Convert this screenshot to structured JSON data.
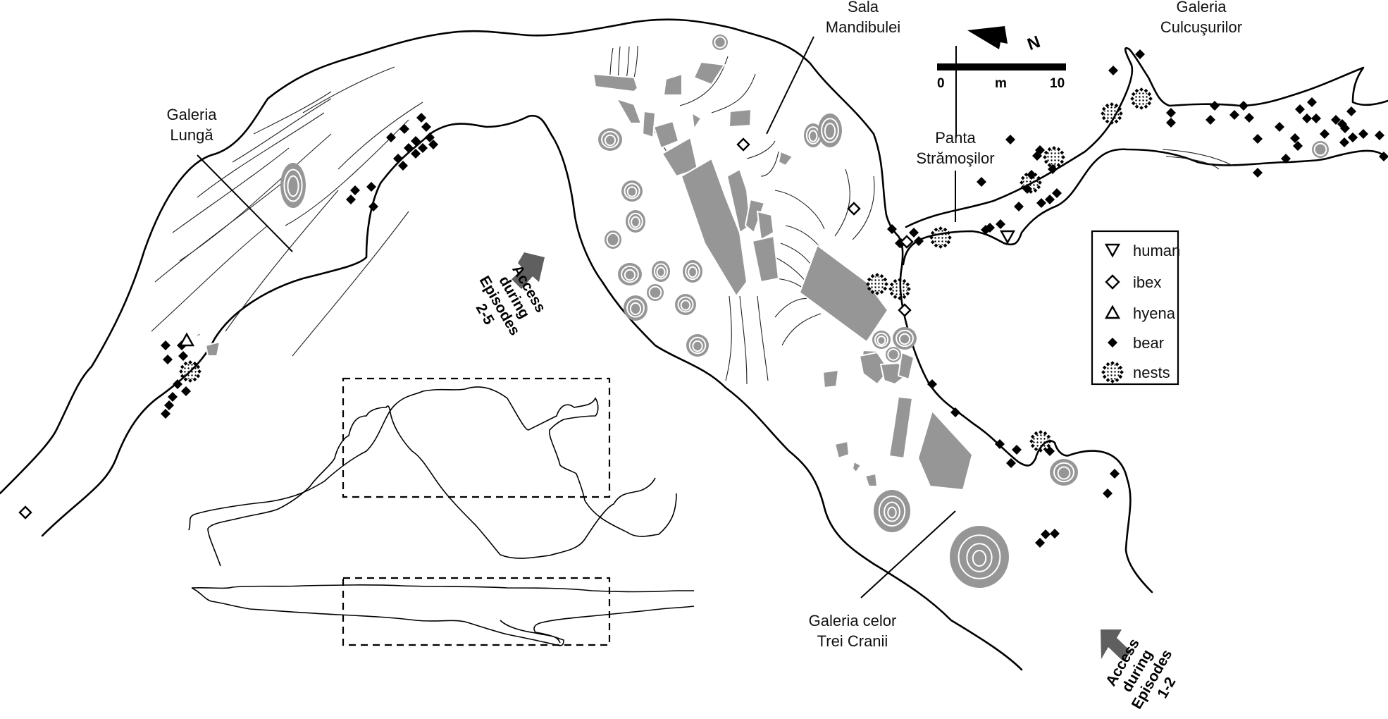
{
  "labels": {
    "galeria_lunga": [
      "Galeria",
      "Lungă"
    ],
    "sala_mandibulei": [
      "Sala",
      "Mandibulei"
    ],
    "galeria_culcusurilor": [
      "Galeria",
      "Culcuşurilor"
    ],
    "panta_stramosilor": [
      "Panta",
      "Strămoşilor"
    ],
    "galeria_trei_cranii": [
      "Galeria celor",
      "Trei Cranii"
    ]
  },
  "access_notes": {
    "episodes_2_5": [
      "Access",
      "during",
      "Episodes",
      "2-5"
    ],
    "episodes_1_2": [
      "Access",
      "during",
      "Episodes",
      "1-2"
    ]
  },
  "scale": {
    "start": "0",
    "unit": "m",
    "end": "10"
  },
  "north": {
    "label": "N",
    "icon": "north-arrow-icon"
  },
  "legend": {
    "items": [
      {
        "symbol": "triangle-down",
        "label": "human"
      },
      {
        "symbol": "diamond-open",
        "label": "ibex"
      },
      {
        "symbol": "triangle-up",
        "label": "hyena"
      },
      {
        "symbol": "diamond-filled",
        "label": "bear"
      },
      {
        "symbol": "dotted-circle",
        "label": "nests"
      }
    ]
  },
  "colors": {
    "rock": "#969696",
    "arrow": "#5f5f5f",
    "wall": "#000000"
  },
  "markers": {
    "bear": [
      [
        598,
        167
      ],
      [
        574,
        183
      ],
      [
        605,
        180
      ],
      [
        555,
        195
      ],
      [
        590,
        200
      ],
      [
        610,
        195
      ],
      [
        580,
        210
      ],
      [
        600,
        210
      ],
      [
        615,
        205
      ],
      [
        565,
        225
      ],
      [
        572,
        235
      ],
      [
        590,
        218
      ],
      [
        504,
        270
      ],
      [
        527,
        265
      ],
      [
        498,
        283
      ],
      [
        530,
        293
      ],
      [
        235,
        490
      ],
      [
        258,
        490
      ],
      [
        238,
        510
      ],
      [
        260,
        505
      ],
      [
        252,
        545
      ],
      [
        264,
        555
      ],
      [
        245,
        563
      ],
      [
        240,
        575
      ],
      [
        235,
        587
      ],
      [
        1266,
        325
      ],
      [
        1297,
        330
      ],
      [
        1277,
        345
      ],
      [
        1304,
        342
      ],
      [
        1279,
        345
      ],
      [
        1434,
        198
      ],
      [
        1476,
        213
      ],
      [
        1472,
        221
      ],
      [
        1464,
        248
      ],
      [
        1494,
        240
      ],
      [
        1458,
        268
      ],
      [
        1500,
        274
      ],
      [
        1478,
        288
      ],
      [
        1446,
        293
      ],
      [
        1490,
        283
      ],
      [
        1393,
        258
      ],
      [
        1405,
        323
      ],
      [
        1399,
        326
      ],
      [
        1420,
        318
      ],
      [
        1323,
        545
      ],
      [
        1356,
        585
      ],
      [
        1419,
        630
      ],
      [
        1443,
        638
      ],
      [
        1435,
        657
      ],
      [
        1490,
        640
      ],
      [
        1582,
        672
      ],
      [
        1572,
        700
      ],
      [
        1476,
        770
      ],
      [
        1484,
        758
      ],
      [
        1497,
        757
      ],
      [
        1580,
        100
      ],
      [
        1618,
        77
      ],
      [
        1662,
        160
      ],
      [
        1662,
        174
      ],
      [
        1724,
        150
      ],
      [
        1765,
        150
      ],
      [
        1752,
        163
      ],
      [
        1773,
        167
      ],
      [
        1718,
        170
      ],
      [
        1785,
        197
      ],
      [
        1816,
        180
      ],
      [
        1838,
        196
      ],
      [
        1842,
        207
      ],
      [
        1825,
        225
      ],
      [
        1785,
        245
      ],
      [
        1862,
        145
      ],
      [
        1845,
        155
      ],
      [
        1855,
        168
      ],
      [
        1868,
        168
      ],
      [
        1896,
        170
      ],
      [
        1918,
        158
      ],
      [
        1905,
        176
      ],
      [
        1909,
        182
      ],
      [
        1920,
        195
      ],
      [
        1935,
        190
      ],
      [
        1958,
        192
      ],
      [
        1908,
        202
      ],
      [
        1920,
        195
      ],
      [
        1964,
        222
      ],
      [
        1880,
        190
      ]
    ],
    "ibex": [
      [
        1055,
        205
      ],
      [
        1212,
        296
      ],
      [
        1287,
        343
      ],
      [
        1284,
        440
      ],
      [
        36,
        727
      ]
    ],
    "human": [
      [
        1430,
        336
      ],
      [
        265,
        483
      ]
    ],
    "hyena": [
      [
        265,
        483
      ]
    ],
    "nests": [
      [
        270,
        527
      ],
      [
        1245,
        403
      ],
      [
        1277,
        410
      ],
      [
        1335,
        337
      ],
      [
        1463,
        259
      ],
      [
        1496,
        223
      ],
      [
        1578,
        161
      ],
      [
        1620,
        140
      ],
      [
        1477,
        626
      ]
    ]
  }
}
